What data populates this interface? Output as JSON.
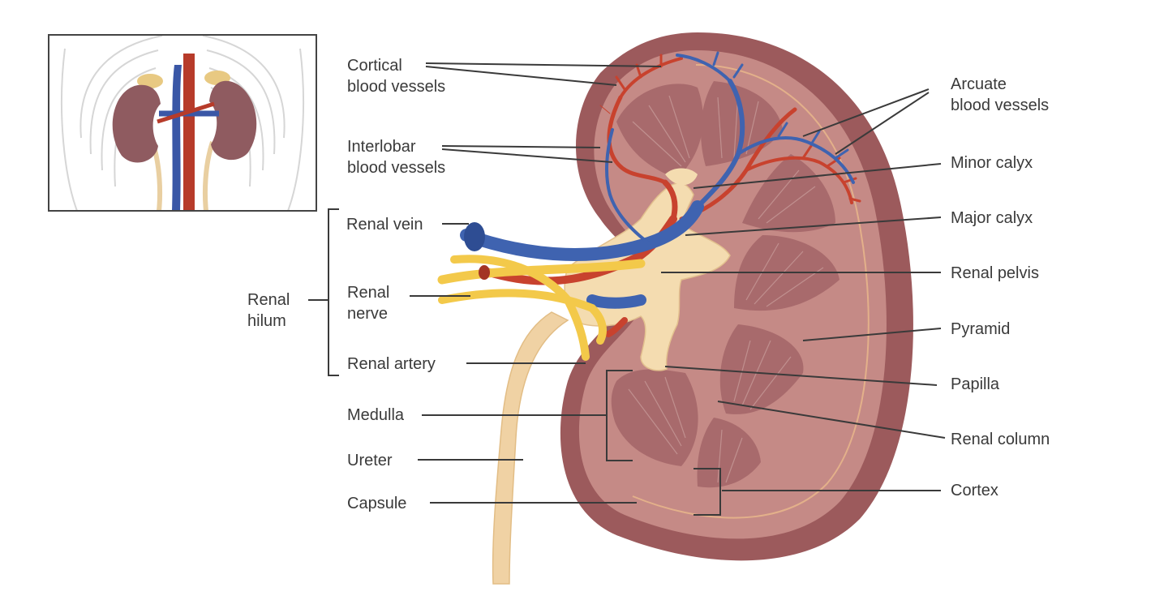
{
  "labels": {
    "cortical": [
      "Cortical",
      "blood vessels"
    ],
    "interlobar": [
      "Interlobar",
      "blood vessels"
    ],
    "renal_vein": "Renal vein",
    "renal_hilum": [
      "Renal",
      "hilum"
    ],
    "renal_nerve": [
      "Renal",
      "nerve"
    ],
    "renal_artery": "Renal artery",
    "medulla": "Medulla",
    "ureter": "Ureter",
    "capsule": "Capsule",
    "arcuate": [
      "Arcuate",
      "blood vessels"
    ],
    "minor_calyx": "Minor calyx",
    "major_calyx": "Major calyx",
    "renal_pelvis": "Renal pelvis",
    "pyramid": "Pyramid",
    "papilla": "Papilla",
    "renal_column": "Renal column",
    "cortex": "Cortex"
  },
  "colors": {
    "capsule": "#9c5a5c",
    "cortex": "#c58a86",
    "pyramid": "#a86a6c",
    "pelvis": "#f4dcb0",
    "ureter": "#f0d2a4",
    "artery": "#c8422e",
    "vein": "#3f63b0",
    "nerve": "#f3c94a",
    "leader": "#3a3a3a"
  }
}
